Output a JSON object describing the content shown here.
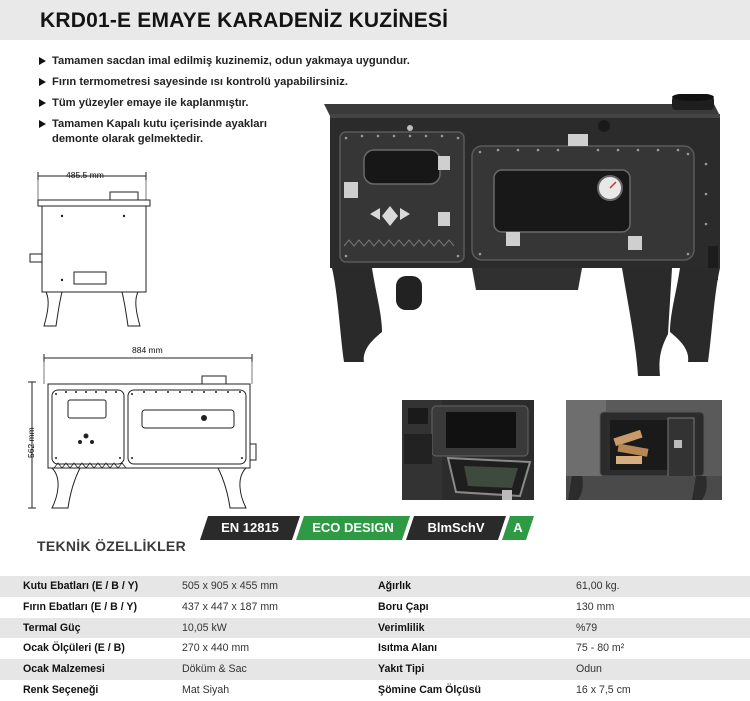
{
  "title": "KRD01-E   EMAYE KARADENİZ KUZİNESİ",
  "features": [
    "Tamamen sacdan imal edilmiş kuzinemiz, odun yakmaya uygundur.",
    "Fırın termometresi sayesinde ısı kontrolü yapabilirsiniz.",
    "Tüm yüzeyler emaye ile kaplanmıştır.",
    "Tamamen Kapalı kutu içerisinde ayakları\ndemonte olarak gelmektedir."
  ],
  "dimensions": {
    "depth": "485.5 mm",
    "width": "884 mm",
    "height": "562 mm"
  },
  "badges": [
    "EN 12815",
    "ECO DESIGN",
    "BlmSchV",
    "A"
  ],
  "colors": {
    "accent_green": "#2e9a44",
    "badge_dark": "#2a2a2a",
    "row_shade": "#e6e6e6",
    "stove_body": "#2b2b2b"
  },
  "tech_title": "TEKNİK ÖZELLİKLER",
  "specs": [
    {
      "label": "Kutu Ebatları (E / B / Y)",
      "value": "505 x 905 x 455 mm",
      "label2": "Ağırlık",
      "value2": "61,00 kg."
    },
    {
      "label": "Fırın Ebatları (E / B / Y)",
      "value": "437 x 447 x 187 mm",
      "label2": "Boru Çapı",
      "value2": "130 mm"
    },
    {
      "label": "Termal Güç",
      "value": "10,05 kW",
      "label2": "Verimlilik",
      "value2": "%79"
    },
    {
      "label": "Ocak Ölçüleri (E / B)",
      "value": "270 x 440 mm",
      "label2": "Isıtma Alanı",
      "value2": "75 - 80 m²"
    },
    {
      "label": "Ocak Malzemesi",
      "value": "Döküm & Sac",
      "label2": "Yakıt Tipi",
      "value2": "Odun"
    },
    {
      "label": "Renk Seçeneği",
      "value": "Mat Siyah",
      "label2": "Şömine Cam Ölçüsü",
      "value2": "16 x 7,5 cm"
    }
  ]
}
